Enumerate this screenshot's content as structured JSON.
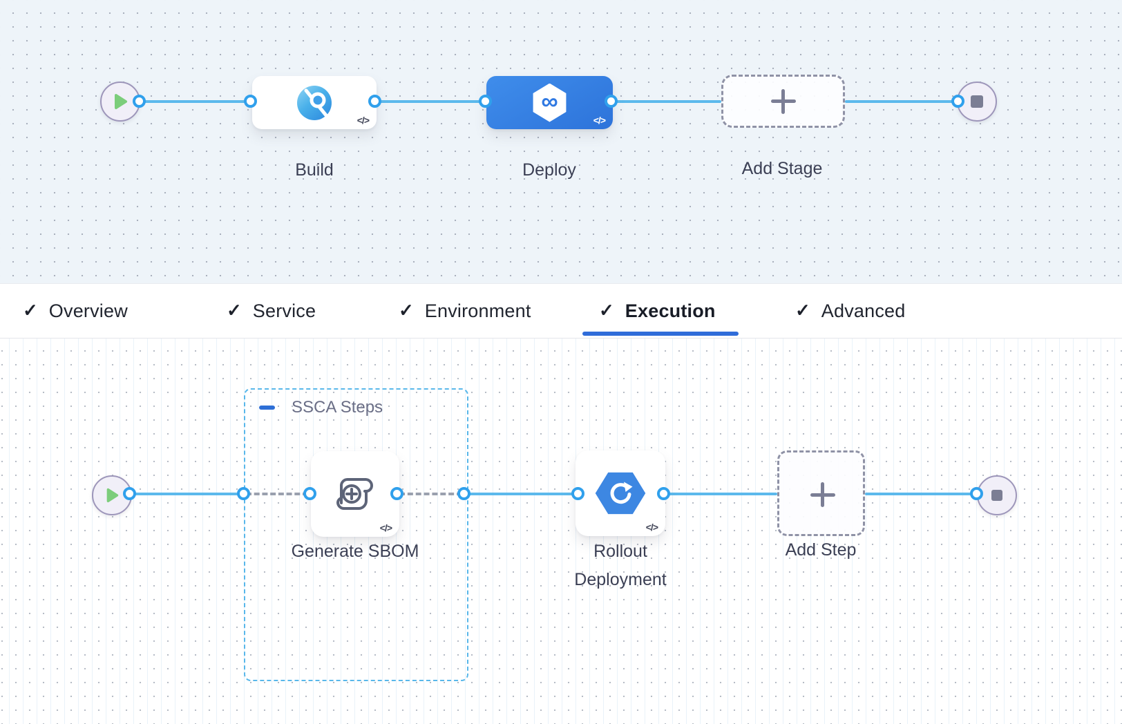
{
  "stages": {
    "build": {
      "label": "Build"
    },
    "deploy": {
      "label": "Deploy"
    },
    "add_stage": {
      "label": "Add Stage"
    }
  },
  "tabs": [
    {
      "label": "Overview",
      "checked": true,
      "active": false
    },
    {
      "label": "Service",
      "checked": true,
      "active": false
    },
    {
      "label": "Environment",
      "checked": true,
      "active": false
    },
    {
      "label": "Execution",
      "checked": true,
      "active": true
    },
    {
      "label": "Advanced",
      "checked": true,
      "active": false
    }
  ],
  "execution": {
    "group_label": "SSCA Steps",
    "steps": {
      "generate_sbom": {
        "label": "Generate SBOM"
      },
      "rollout_deployment": {
        "label": "Rollout Deployment"
      },
      "add_step": {
        "label": "Add Step"
      }
    }
  },
  "glyphs": {
    "check": "✓",
    "code_badge": "</>",
    "infinity": "∞"
  },
  "colors": {
    "selected_stage_blue": "#2f7ce2",
    "connector_blue": "#5cb9ec",
    "port_ring_blue": "#30a0ec",
    "active_tab_underline": "#2f6cd9",
    "group_border_blue": "#58b7ea",
    "play_green": "#7ccd7b",
    "rollout_hex_blue": "#3d87e2"
  }
}
